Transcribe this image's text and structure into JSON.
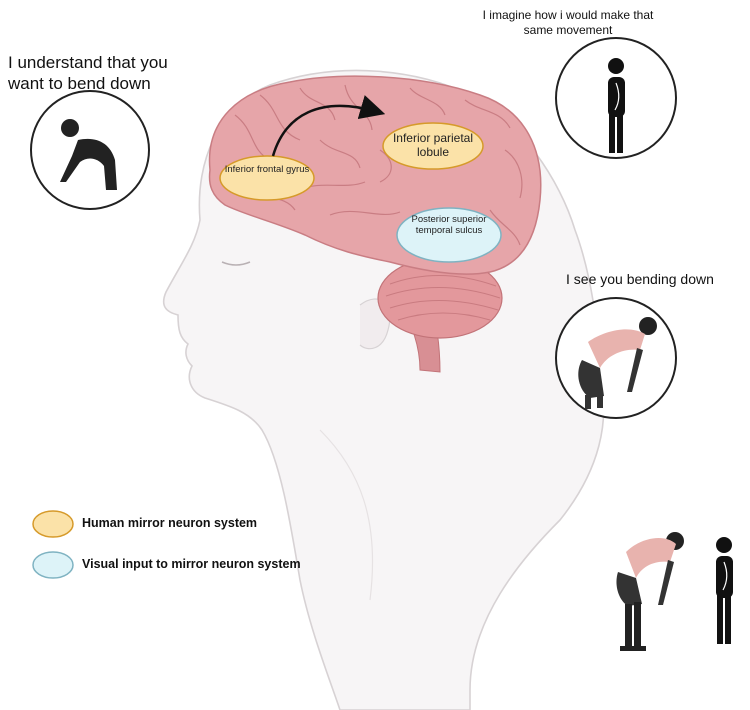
{
  "captions": {
    "understand": "I understand that you want to bend down",
    "imagine": "I imagine how i would make that same movement",
    "see": "I see you bending down"
  },
  "regions": {
    "ifg": "Inferior frontal gyrus",
    "ipl": "Inferior parietal lobule",
    "psts": "Posterior superior temporal sulcus"
  },
  "legend": {
    "mirror": "Human mirror neuron system",
    "visual": "Visual input to mirror neuron system"
  },
  "colors": {
    "mirror_fill": "#fbe2a8",
    "mirror_stroke": "#d69a2a",
    "visual_fill": "#ddf3f8",
    "visual_stroke": "#7fb3c2",
    "brain": "#e6a5a9",
    "head_outline": "#d7d2d4"
  },
  "icons": [
    "bending-person-icon",
    "standing-person-icon",
    "arrow-icon"
  ]
}
